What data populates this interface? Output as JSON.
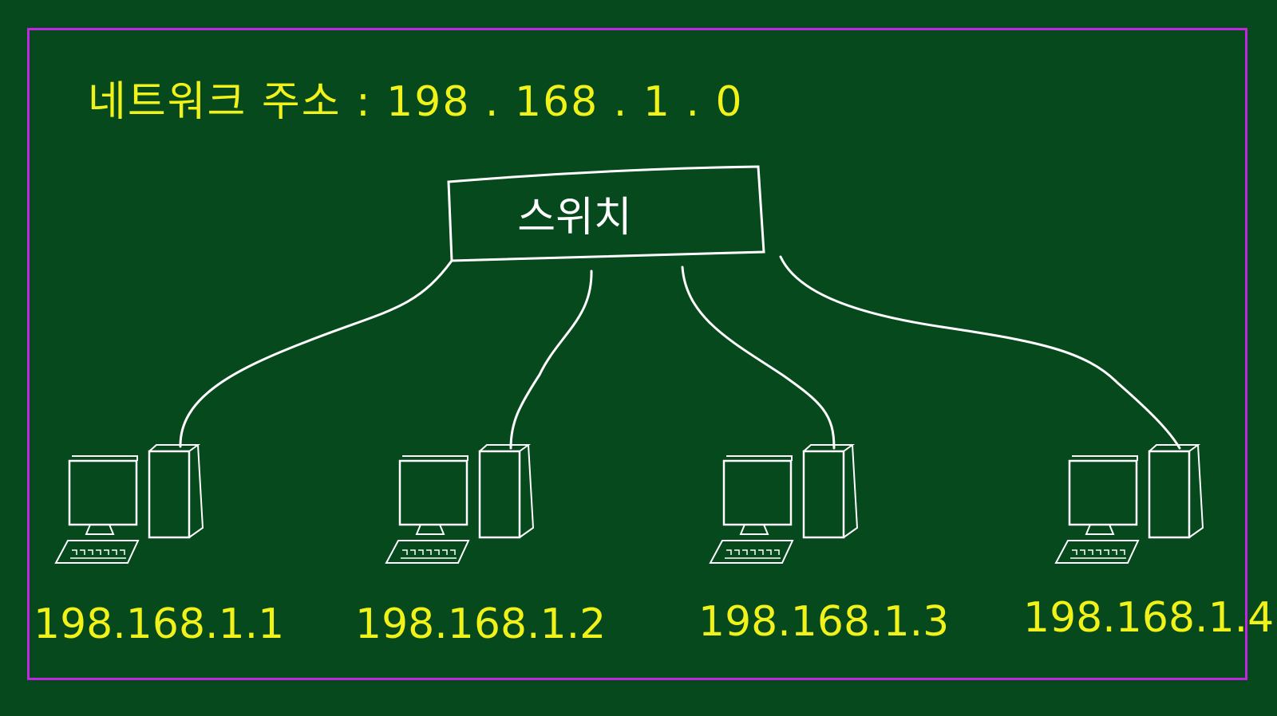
{
  "diagram": {
    "network_label": "네트워크 주소 : 198 . 168 . 1 . 0",
    "switch_label": "스위치",
    "hosts": [
      {
        "ip": "198.168.1.1"
      },
      {
        "ip": "198.168.1.2"
      },
      {
        "ip": "198.168.1.3"
      },
      {
        "ip": "198.168.1.4"
      }
    ]
  },
  "colors": {
    "background": "#05491c",
    "border": "#c326e3",
    "text": "#f0f21a",
    "lines": "#ffffff"
  }
}
